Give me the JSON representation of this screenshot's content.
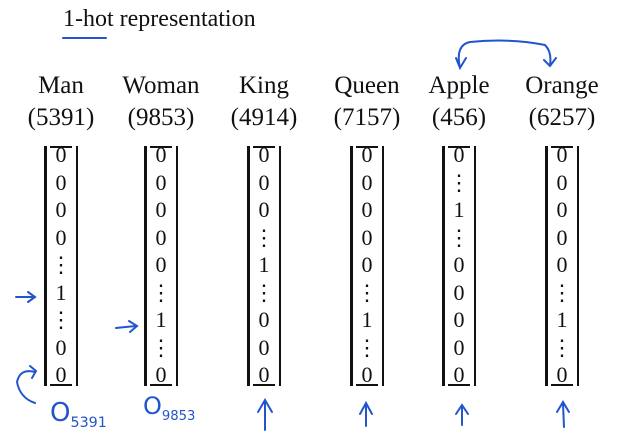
{
  "title": "1-hot representation",
  "annotation_color": "#2255cc",
  "words": [
    {
      "word": "Man",
      "index": "(5391)",
      "vector": [
        "0",
        "0",
        "0",
        "0",
        "⋮",
        "1",
        "⋮",
        "0",
        "0"
      ],
      "note": "O5391"
    },
    {
      "word": "Woman",
      "index": "(9853)",
      "vector": [
        "0",
        "0",
        "0",
        "0",
        "0",
        "⋮",
        "1",
        "⋮",
        "0"
      ],
      "note": "O9853"
    },
    {
      "word": "King",
      "index": "(4914)",
      "vector": [
        "0",
        "0",
        "0",
        "⋮",
        "1",
        "⋮",
        "0",
        "0",
        "0"
      ]
    },
    {
      "word": "Queen",
      "index": "(7157)",
      "vector": [
        "0",
        "0",
        "0",
        "0",
        "0",
        "⋮",
        "1",
        "⋮",
        "0"
      ]
    },
    {
      "word": "Apple",
      "index": "(456)",
      "vector": [
        "0",
        "⋮",
        "1",
        "⋮",
        "0",
        "0",
        "0",
        "0",
        "0"
      ]
    },
    {
      "word": "Orange",
      "index": "(6257)",
      "vector": [
        "0",
        "0",
        "0",
        "0",
        "0",
        "⋮",
        "1",
        "⋮",
        "0"
      ]
    }
  ]
}
